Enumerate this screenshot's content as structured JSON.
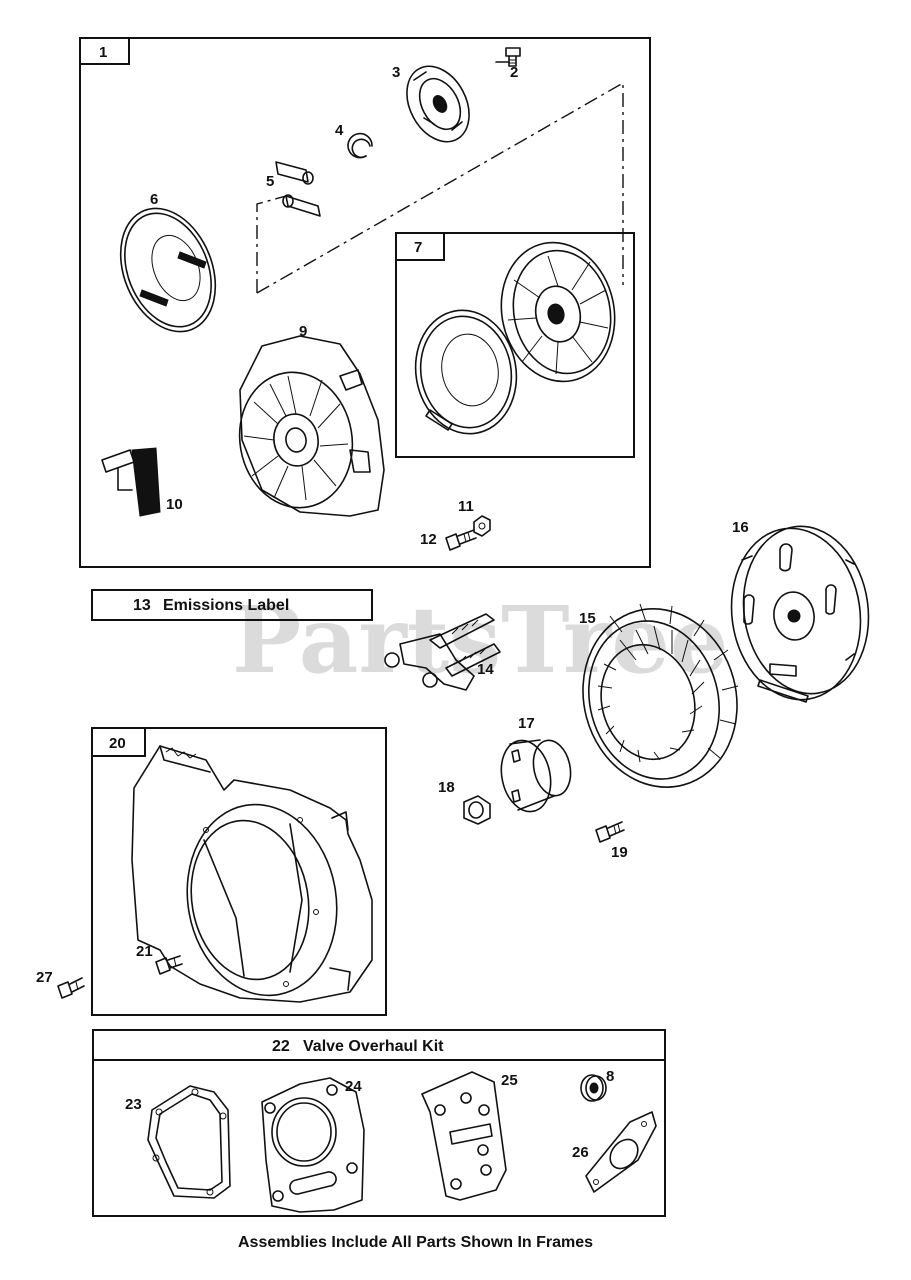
{
  "watermark": "PartsTree",
  "frames": {
    "f1": "1",
    "f7": "7",
    "f20": "20"
  },
  "labels": {
    "emissions_num": "13",
    "emissions_text": "Emissions Label",
    "valve_num": "22",
    "valve_text": "Valve Overhaul Kit"
  },
  "parts": {
    "p2": "2",
    "p3": "3",
    "p4": "4",
    "p5": "5",
    "p6": "6",
    "p8": "8",
    "p9": "9",
    "p10": "10",
    "p11": "11",
    "p12": "12",
    "p14": "14",
    "p15": "15",
    "p16": "16",
    "p17": "17",
    "p18": "18",
    "p19": "19",
    "p21": "21",
    "p23": "23",
    "p24": "24",
    "p25": "25",
    "p26": "26",
    "p27": "27"
  },
  "footer": "Assemblies Include All Parts Shown In Frames"
}
